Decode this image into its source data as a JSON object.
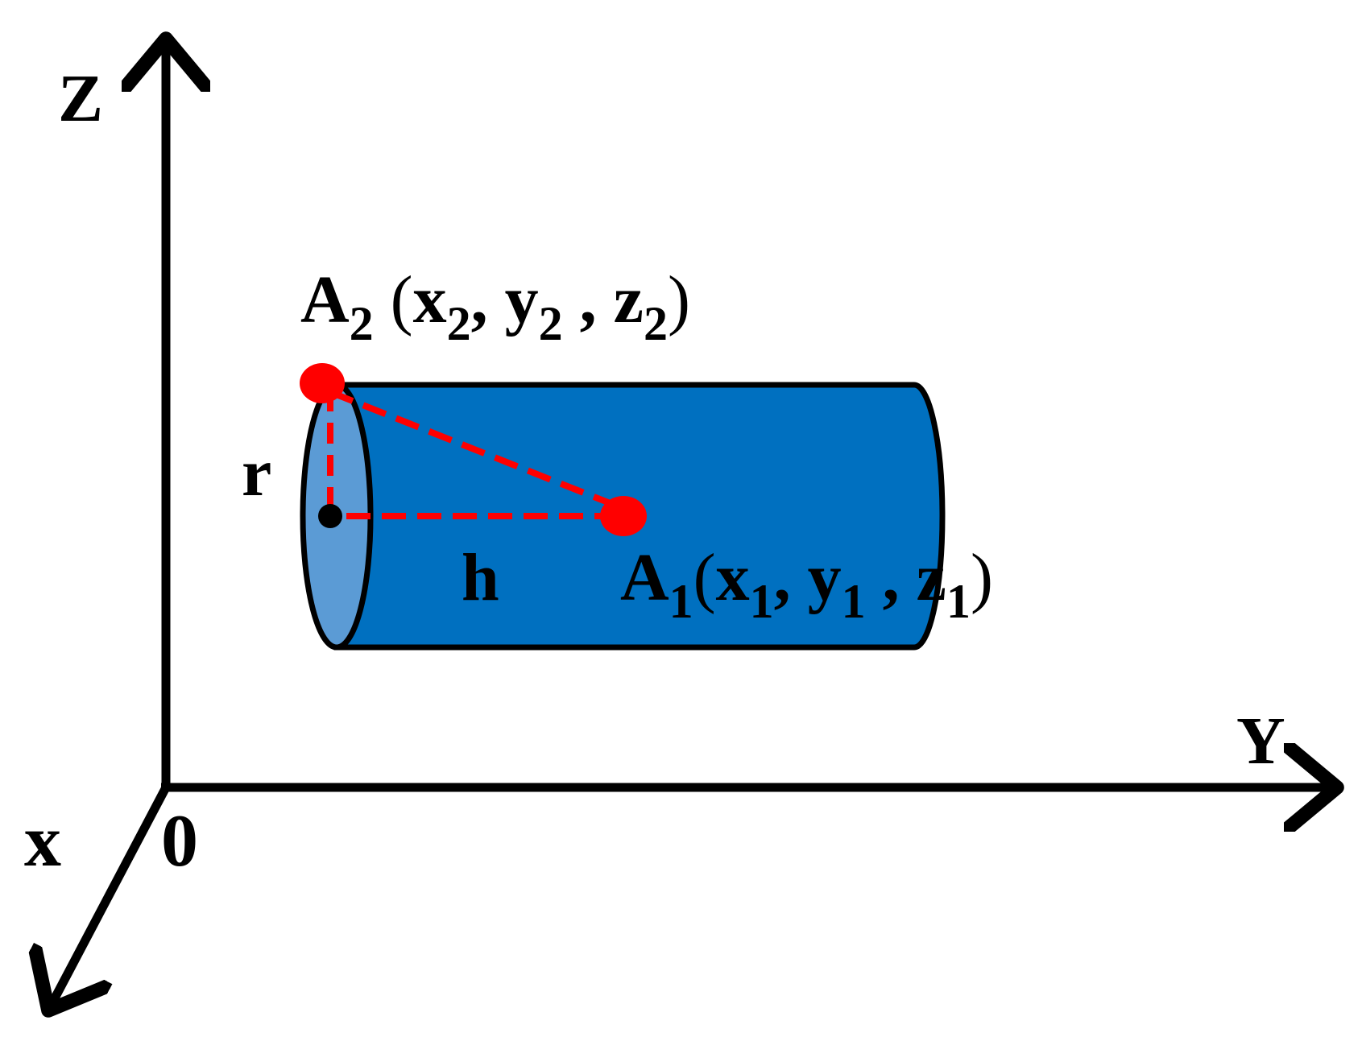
{
  "diagram": {
    "type": "3d-cylinder-coordinate-diagram",
    "colors": {
      "background": "#ffffff",
      "axis": "#000000",
      "cylinder_body": "#0070C0",
      "cylinder_end_face": "#5B9BD5",
      "points": "#FF0000",
      "dashed_lines": "#FF0000",
      "center_dot": "#000000"
    },
    "axes": {
      "z_label": "Z",
      "y_label": "Y",
      "x_label": "x",
      "origin_label": "0"
    },
    "labels": {
      "radius": "r",
      "height": "h"
    },
    "points": {
      "a2": {
        "name": "A",
        "sub": "2",
        "open": " (",
        "x": "x",
        "xs": "2",
        "sep1": ", ",
        "y": "y",
        "ys": "2",
        "sep2": " , ",
        "z": "z",
        "zs": "2",
        "close": ")"
      },
      "a1": {
        "name": "A",
        "sub": "1",
        "open": "(",
        "x": "x",
        "xs": "1",
        "sep1": ", ",
        "y": "y",
        "ys": "1",
        "sep2": " , ",
        "z": "z",
        "zs": "1",
        "close": ")"
      }
    }
  }
}
